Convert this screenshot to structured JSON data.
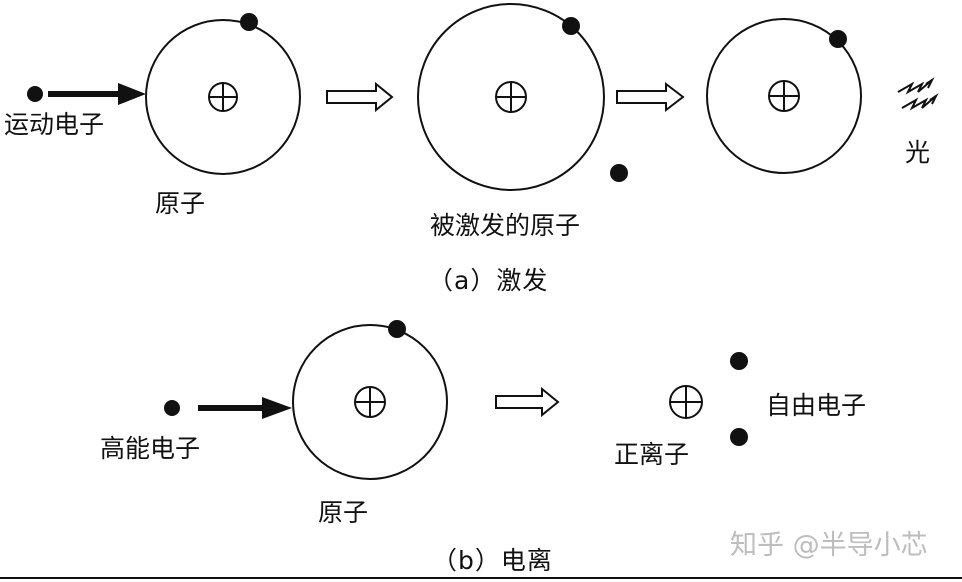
{
  "panel_a": {
    "incoming_label": "运动电子",
    "atom_label": "原子",
    "excited_atom_label": "被激发的原子",
    "light_label": "光",
    "caption": "（a）激发"
  },
  "panel_b": {
    "incoming_label": "高能电子",
    "atom_label": "原子",
    "ion_label": "正离子",
    "free_electron_label": "自由电子",
    "caption": "（b）电离"
  },
  "watermark": "知乎 @半导小芯",
  "colors": {
    "ink": "#111111",
    "watermark": "#bdbdbd",
    "background": "#ffffff"
  }
}
